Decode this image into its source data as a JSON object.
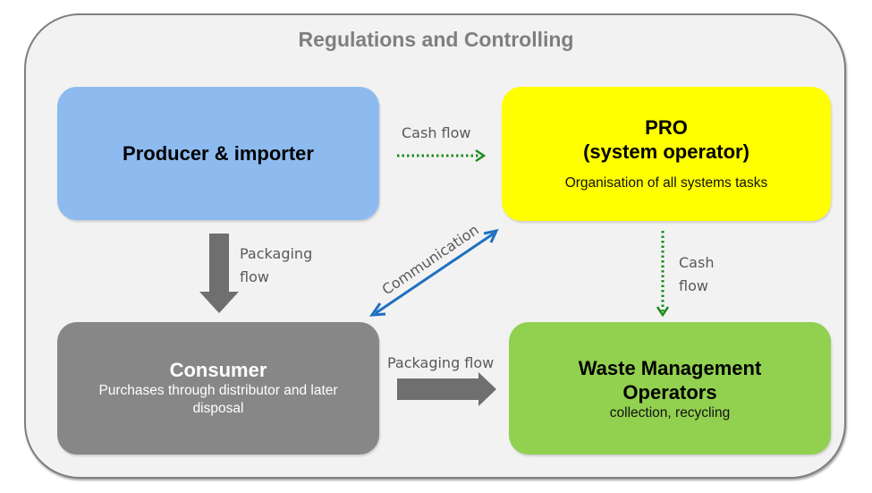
{
  "diagram": {
    "frame_title": "Regulations and Controlling",
    "nodes": {
      "producer": {
        "title": "Producer & importer",
        "color": "#8dbbf0"
      },
      "pro": {
        "title_line1": "PRO",
        "title_line2": "(system operator)",
        "subtitle": "Organisation of all systems tasks",
        "color": "#ffff00"
      },
      "consumer": {
        "title": "Consumer",
        "subtitle_line1": "Purchases through distributor and later",
        "subtitle_line2": "disposal",
        "color": "#878787"
      },
      "waste": {
        "title_line1": "Waste Management",
        "title_line2": "Operators",
        "subtitle": "collection, recycling",
        "color": "#92d050"
      }
    },
    "edges": [
      {
        "from": "producer",
        "to": "pro",
        "label": "Cash flow",
        "style": "dotted",
        "color": "#1e8c1e"
      },
      {
        "from": "producer",
        "to": "consumer",
        "label_line1": "Packaging",
        "label_line2": "flow",
        "style": "block",
        "color": "#6f6f6f"
      },
      {
        "from": "consumer",
        "to": "pro",
        "label": "Communication",
        "style": "bidirectional",
        "color": "#1f70c1"
      },
      {
        "from": "pro",
        "to": "waste",
        "label_line1": "Cash",
        "label_line2": "flow",
        "style": "dotted",
        "color": "#1e8c1e"
      },
      {
        "from": "consumer",
        "to": "waste",
        "label": "Packaging flow",
        "style": "block",
        "color": "#6f6f6f"
      }
    ]
  }
}
